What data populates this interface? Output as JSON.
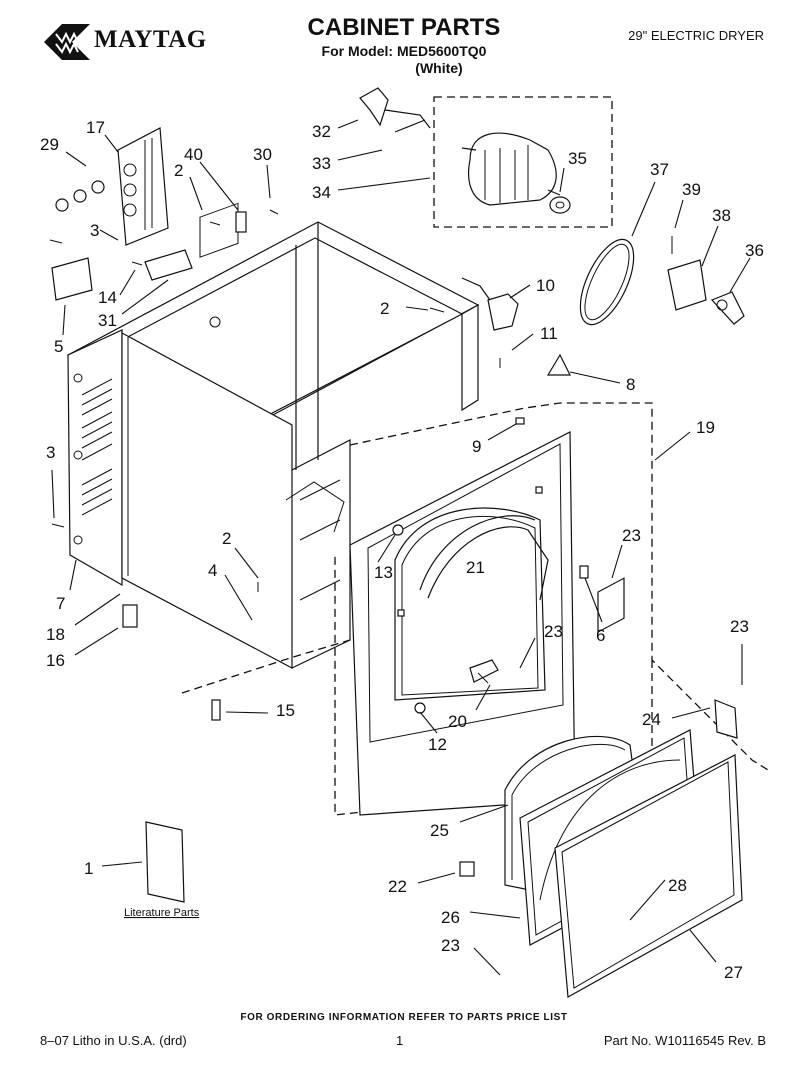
{
  "header": {
    "brand": "MAYTAG",
    "title": "CABINET PARTS",
    "model_line": "For Model: MED5600TQ0",
    "color_line": "(White)",
    "product": "29\" ELECTRIC DRYER"
  },
  "diagram": {
    "literature_label": "Literature Parts",
    "callouts": [
      "1",
      "2",
      "3",
      "4",
      "5",
      "6",
      "7",
      "8",
      "9",
      "10",
      "11",
      "12",
      "13",
      "14",
      "15",
      "16",
      "17",
      "18",
      "19",
      "20",
      "21",
      "22",
      "23",
      "24",
      "25",
      "26",
      "27",
      "28",
      "29",
      "30",
      "31",
      "32",
      "33",
      "34",
      "35",
      "36",
      "37",
      "38",
      "39",
      "40"
    ]
  },
  "footer": {
    "ordering_note": "FOR ORDERING INFORMATION REFER TO PARTS PRICE LIST",
    "litho": "8–07 Litho in U.S.A. (drd)",
    "page": "1",
    "part_no": "Part No. W10116545 Rev. B"
  },
  "colors": {
    "ink": "#111111",
    "paper": "#ffffff"
  }
}
